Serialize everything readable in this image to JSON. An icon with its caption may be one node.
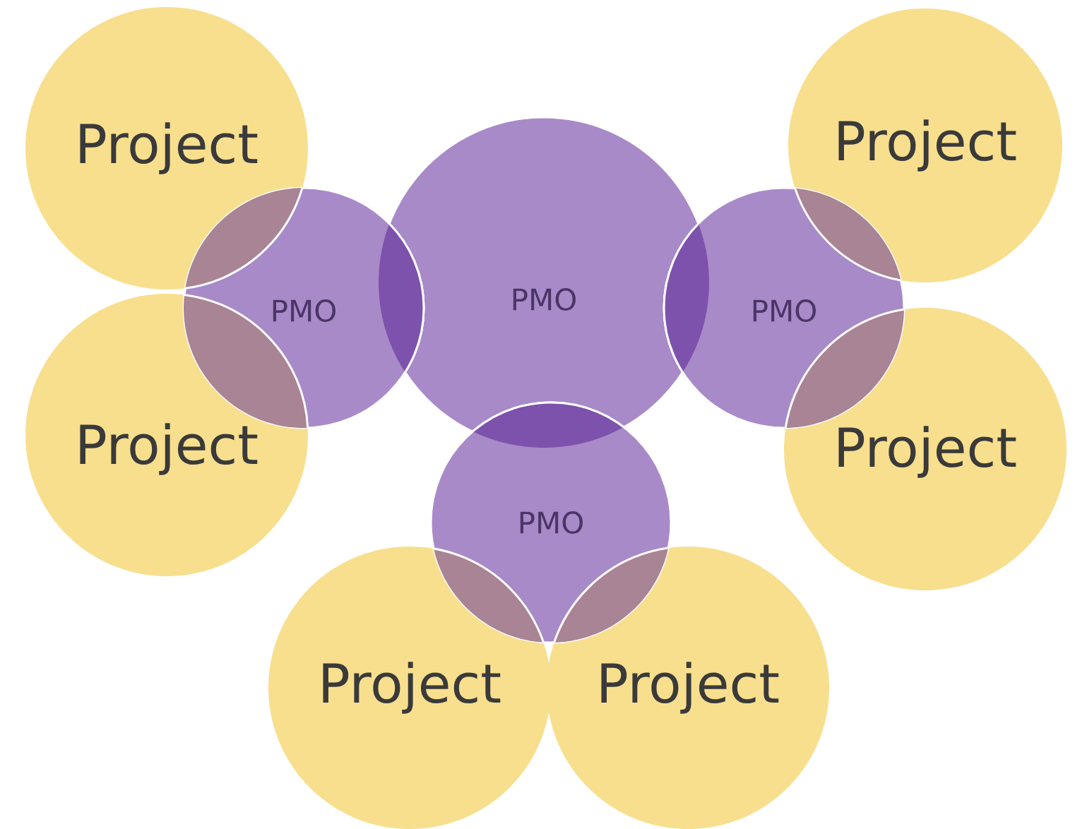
{
  "diagram": {
    "nodes": [
      {
        "text": [
          "Project"
        ]
      },
      {
        "text": [
          "Project"
        ]
      },
      {
        "text": [
          "PMO"
        ]
      },
      {
        "text": [
          "PMO"
        ]
      },
      {
        "text": [
          "PMO"
        ]
      },
      {
        "text": [
          "Project"
        ]
      },
      {
        "text": [
          "Project"
        ]
      },
      {
        "text": [
          "PMO"
        ]
      },
      {
        "text": [
          "Project"
        ]
      },
      {
        "text": [
          "Project"
        ]
      }
    ]
  }
}
